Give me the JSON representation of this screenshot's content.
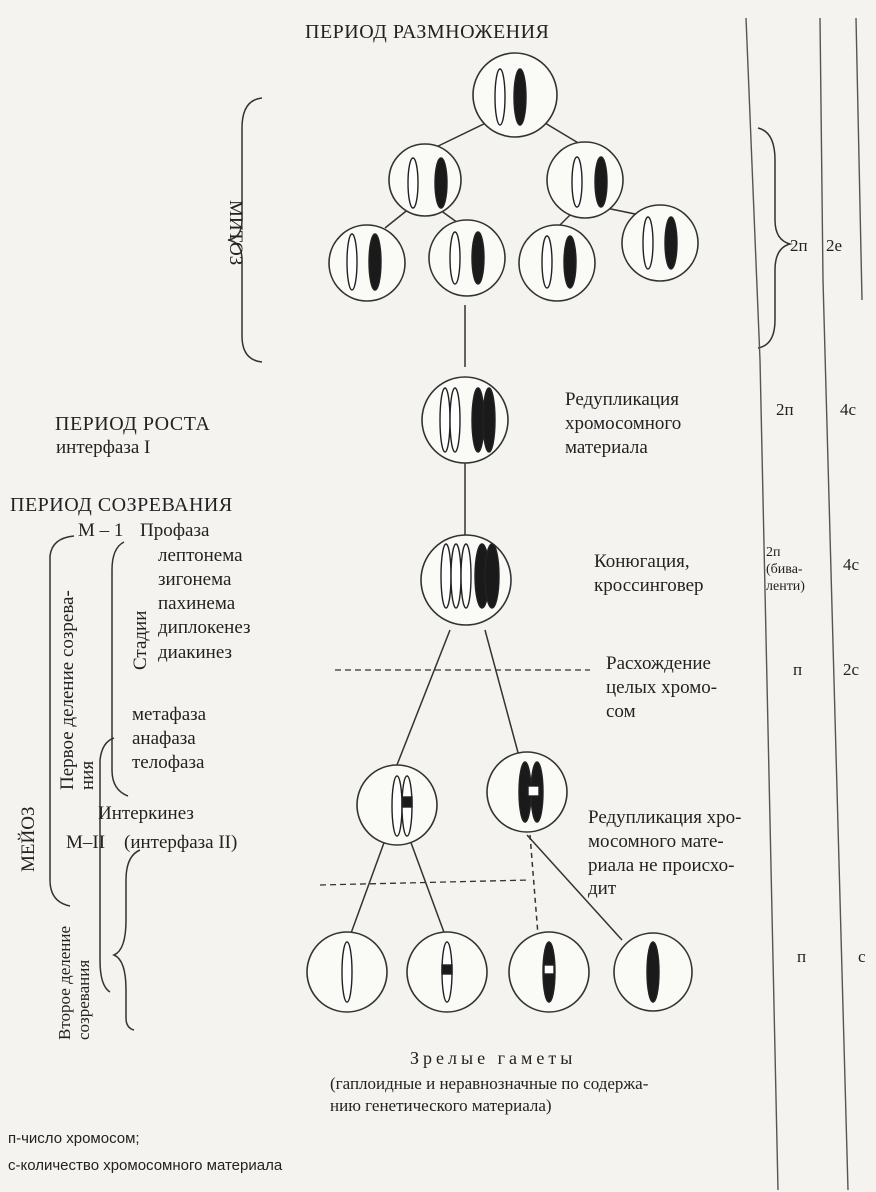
{
  "header": {
    "top_corner": "",
    "period_reproduction": "ПЕРИОД РАЗМНОЖЕНИЯ",
    "mitosis": "МИТОЗ"
  },
  "growth": {
    "title": "ПЕРИОД РОСТА",
    "subtitle": "интерфаза I",
    "note": "Редупликация\nхромосомного\nматериала"
  },
  "maturation": {
    "title": "ПЕРИОД СОЗРЕВАНИЯ",
    "m1": "М – 1",
    "prophase": "Профаза",
    "stages_title": "Стадии",
    "stages": "лептонема\nзигонема\nпахинема\nдиплокенез\nдиакинез",
    "late_phases": "метафаза\nанафаза\nтелофаза",
    "first_division": "Первое деление созрева-\nния",
    "meiosis": "МЕЙОЗ",
    "interkinesis": "Интеркинез",
    "m2": "М–II",
    "interphase2": "(интерфаза II)",
    "second_division": "Второе деление\nсозревания"
  },
  "notes": {
    "conjugation": "Конюгация,\nкроссинговер",
    "divergence": "Расхождение\nцелых хромо-\nсом",
    "no_replication": "Редупликация хро-\nмосомного мате-\nриала не происхо-\nдит"
  },
  "gametes": {
    "title": "Зрелые гаметы",
    "subtitle": "(гаплоидные и неравнозначные по содержа-\nнию генетического материала)"
  },
  "columns": {
    "ploidy": {
      "mitosis": "2п",
      "growth": "2п",
      "conjugation": "2п\n(бива-\nленти)",
      "divergence": "п",
      "gametes": "п"
    },
    "content": {
      "mitosis": "2е",
      "growth": "4с",
      "conjugation": "4с",
      "divergence": "2с",
      "gametes": "с"
    }
  },
  "legend": {
    "n": "п-число хромосом;",
    "c": "с-количество хромосомного материала"
  }
}
